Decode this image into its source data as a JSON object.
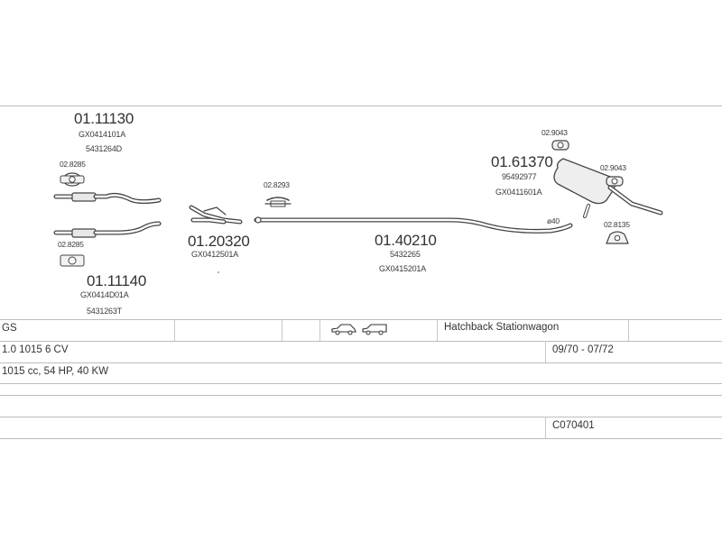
{
  "parts": {
    "p1": {
      "number": "01.11130",
      "codes": [
        "GX0414101A",
        "5431264D"
      ]
    },
    "p2": {
      "number": "01.11140",
      "codes": [
        "GX0414D01A",
        "5431263T"
      ]
    },
    "p3": {
      "number": "01.20320",
      "codes": [
        "GX0412501A"
      ]
    },
    "p4": {
      "number": "01.40210",
      "codes": [
        "5432265",
        "GX0415201A"
      ]
    },
    "p5": {
      "number": "01.61370",
      "codes": [
        "95492977",
        "GX0411601A"
      ]
    }
  },
  "fittings": {
    "f1": "02.8285",
    "f2": "02.8285",
    "f3": "02.8293",
    "f4": "02.9043",
    "f5": "02.9043",
    "f6": "02.8135"
  },
  "pipe_note": "ø40",
  "table": {
    "row1": {
      "model": "GS",
      "body": "Hatchback Stationwagon"
    },
    "row2": {
      "engine": "1.0 1015 6 CV",
      "years": "09/70 - 07/72"
    },
    "row3": {
      "spec": "1015 cc, 54 HP, 40 KW"
    },
    "row4": {
      "code": "C070401"
    }
  },
  "icons": [
    "hatchback-car-icon",
    "stationwagon-car-icon"
  ]
}
